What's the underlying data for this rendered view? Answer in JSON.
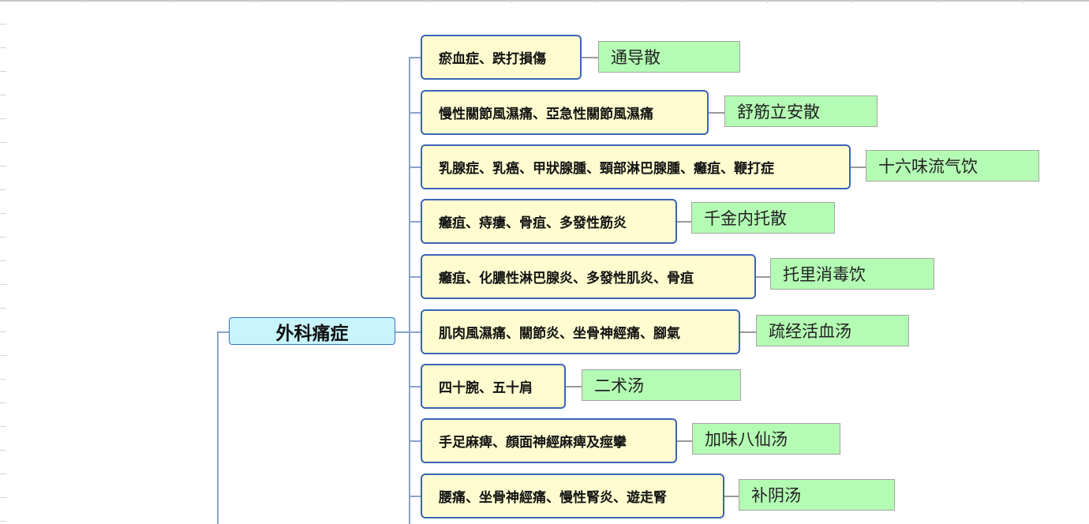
{
  "root": {
    "label": "外科痛症"
  },
  "branches": [
    {
      "condition": "瘀血症、跌打損傷",
      "remedy": "通导散"
    },
    {
      "condition": "慢性關節風濕痛、亞急性關節風濕痛",
      "remedy": "舒筋立安散"
    },
    {
      "condition": "乳腺症、乳癌、甲狀腺腫、頸部淋巴腺腫、癰疽、鞭打症",
      "remedy": "十六味流气饮"
    },
    {
      "condition": "癰疽、痔瘻、骨疽、多發性筋炎",
      "remedy": "千金内托散"
    },
    {
      "condition": "癰疽、化膿性淋巴腺炎、多發性肌炎、骨疽",
      "remedy": "托里消毒饮"
    },
    {
      "condition": "肌肉風濕痛、關節炎、坐骨神經痛、腳氣",
      "remedy": "疏经活血汤"
    },
    {
      "condition": "四十腕、五十肩",
      "remedy": "二术汤"
    },
    {
      "condition": "手足麻痺、顔面神經麻痺及痙攣",
      "remedy": "加味八仙汤"
    },
    {
      "condition": "腰痛、坐骨神經痛、慢性腎炎、遊走腎",
      "remedy": "补阴汤"
    }
  ],
  "colors": {
    "root_fill": "#c8f4fc",
    "symptom_fill": "#fffdd0",
    "symptom_border": "#3a64b8",
    "remedy_fill": "#b4fcb4",
    "connector": "#8aa2c8"
  }
}
